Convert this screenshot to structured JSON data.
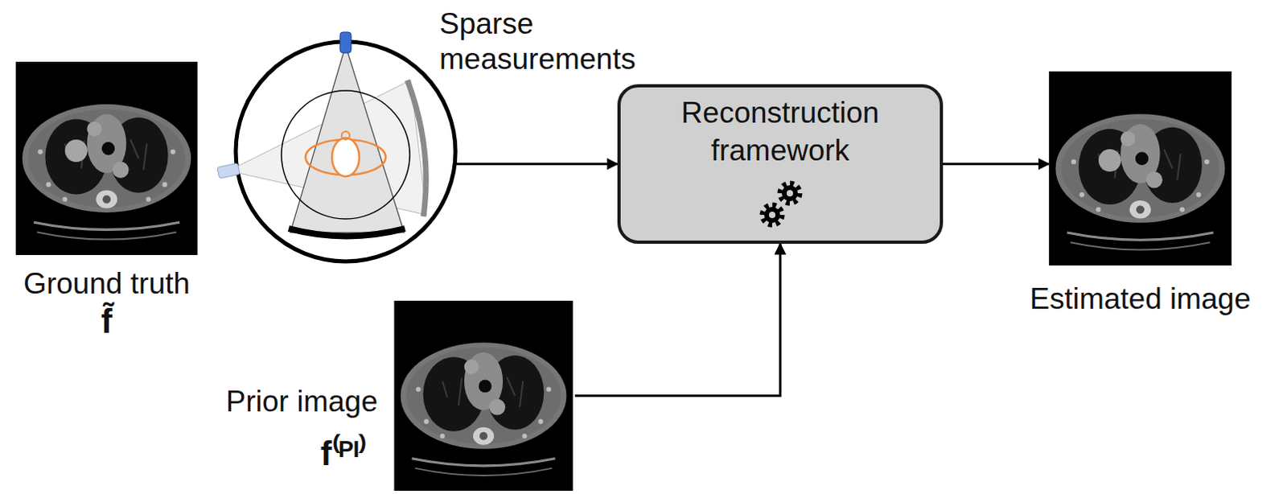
{
  "diagram": {
    "nodes": [
      {
        "text": [
          "Ground truth",
          "f̃"
        ]
      },
      {
        "text": [
          "Sparse measurements"
        ]
      },
      {
        "text": [
          "Reconstruction framework"
        ]
      },
      {
        "text": [
          "Prior image",
          "f⁽ᴾᴵ⁾"
        ]
      },
      {
        "text": [
          "Estimated image"
        ]
      }
    ],
    "edges": [
      {
        "from": 1,
        "to": 2,
        "arrow": "to"
      },
      {
        "from": 3,
        "to": 2,
        "arrow": "to"
      },
      {
        "from": 2,
        "to": 4,
        "arrow": "to"
      }
    ]
  }
}
